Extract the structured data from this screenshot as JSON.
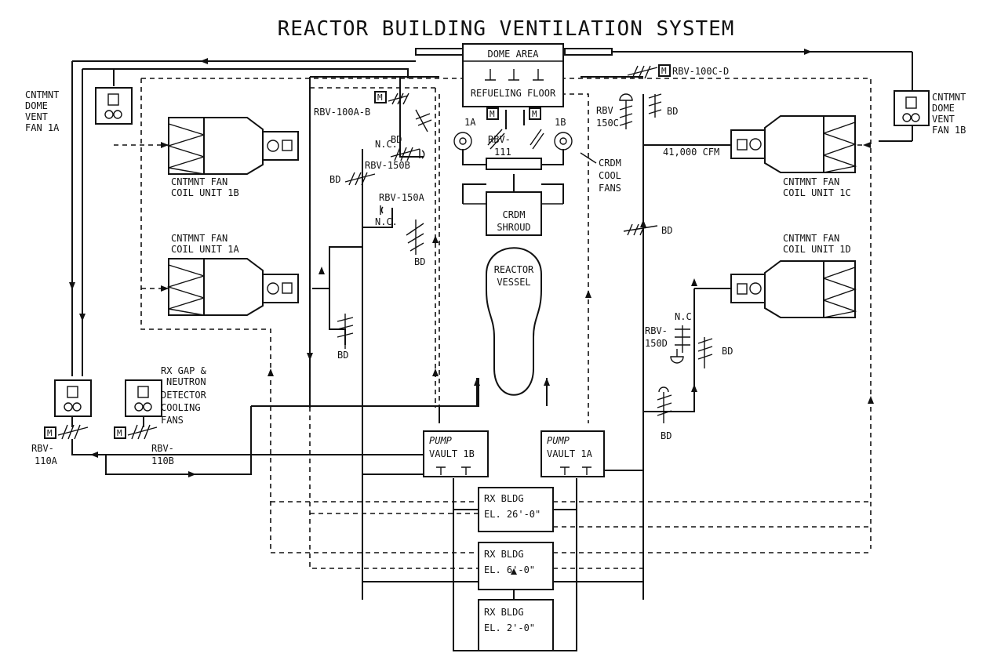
{
  "title": "REACTOR BUILDING VENTILATION SYSTEM",
  "areas": {
    "dome": "DOME AREA",
    "refueling": "REFUELING FLOOR",
    "crdm_shroud": [
      "CRDM",
      "SHROUD"
    ],
    "reactor_vessel": [
      "REACTOR",
      "VESSEL"
    ],
    "pump_vault_1b": [
      "PUMP",
      "VAULT 1B"
    ],
    "pump_vault_1a": [
      "PUMP",
      "VAULT 1A"
    ],
    "rx_bldg_26": [
      "RX BLDG",
      "EL. 26'-0\""
    ],
    "rx_bldg_6": [
      "RX BLDG",
      "EL. 6'-0\""
    ],
    "rx_bldg_2": [
      "RX BLDG",
      "EL. 2'-0\""
    ]
  },
  "fan_coil_units": {
    "u1b": [
      "CNTMNT FAN",
      "COIL UNIT 1B"
    ],
    "u1a": [
      "CNTMNT FAN",
      "COIL UNIT 1A"
    ],
    "u1c": [
      "CNTMNT FAN",
      "COIL UNIT 1C"
    ],
    "u1d": [
      "CNTMNT FAN",
      "COIL UNIT 1D"
    ]
  },
  "fans": {
    "dome_vent_1a": [
      "CNTMNT",
      "DOME",
      "VENT",
      "FAN 1A"
    ],
    "dome_vent_1b": [
      "CNTMNT",
      "DOME",
      "VENT",
      "FAN 1B"
    ],
    "gap_cooling": [
      "RX GAP &",
      "NEUTRON",
      "DETECTOR",
      "COOLING",
      "FANS"
    ],
    "crdm_cool": [
      "CRDM",
      "COOL",
      "FANS"
    ],
    "crdm_1a": "1A",
    "crdm_1b": "1B"
  },
  "valves": {
    "rbv_100a_b": "RBV-100A-B",
    "rbv_100c_d": "RBV-100C-D",
    "rbv_150b": "RBV-150B",
    "rbv_150a": "RBV-150A",
    "rbv_150c": [
      "RBV",
      "150C"
    ],
    "rbv_150d": [
      "RBV-",
      "150D"
    ],
    "rbv_111": [
      "RBV-",
      "111"
    ],
    "rbv_110a": [
      "RBV-",
      "110A"
    ],
    "rbv_110b": [
      "RBV-",
      "110B"
    ]
  },
  "marks": {
    "bd": "BD",
    "nc": "N.C.",
    "motor": "M",
    "flow": "41,000 CFM"
  }
}
